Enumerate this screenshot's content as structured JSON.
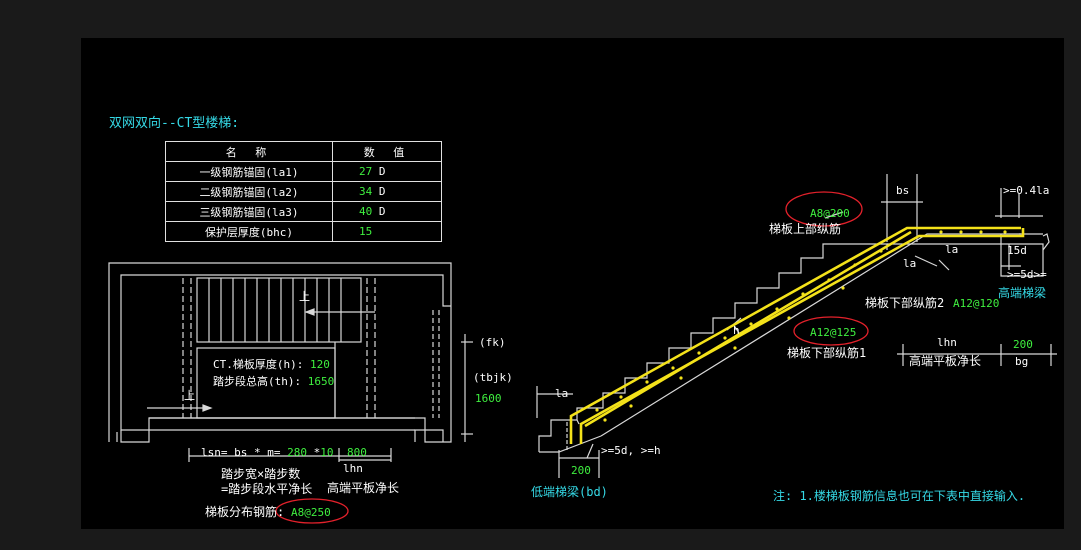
{
  "title": "双网双向--CT型楼梯:",
  "table": {
    "headers": [
      "名 称",
      "数 值"
    ],
    "rows": [
      {
        "name": "一级钢筋锚固(la1)",
        "value": "27",
        "unit": "D"
      },
      {
        "name": "二级钢筋锚固(la2)",
        "value": "34",
        "unit": "D"
      },
      {
        "name": "三级钢筋锚固(la3)",
        "value": "40",
        "unit": "D"
      },
      {
        "name": "保护层厚度(bhc)",
        "value": "15",
        "unit": ""
      }
    ]
  },
  "plan": {
    "up_label": "上",
    "thickness_label": "CT.梯板厚度(h):",
    "thickness_value": "120",
    "height_label": "踏步段总高(th):",
    "height_value": "1650",
    "fk_label": "(fk)",
    "tbjk_label": "(tbjk)",
    "tbjk_value": "1600",
    "lsn_label": "lsn= bs * m=",
    "bs_value": "280",
    "times": "*",
    "m_value": "10",
    "lhn_value": "800",
    "lhn_label": "lhn",
    "caption1": "踏步宽×踏步数",
    "caption2": "=踏步段水平净长",
    "caption3": "高端平板净长",
    "dist_label": "梯板分布钢筋:",
    "dist_value": "A8@250"
  },
  "section": {
    "bs": "bs",
    "top_right_dim": ">=0.4la",
    "top_rebar_value": "A8@200",
    "top_rebar_label": "梯板上部纵筋",
    "la_1": "la",
    "la_2": "la",
    "d15": "15d",
    "ge5d_right": ">=5d>=",
    "high_beam": "高端梯梁",
    "bottom2_label": "梯板下部纵筋2",
    "bottom2_value": "A12@120",
    "h_label": "h",
    "bottom1_value": "A12@125",
    "bottom1_label": "梯板下部纵筋1",
    "lhn": "lhn",
    "bg_value": "200",
    "bg": "bg",
    "high_plate": "高端平板净长",
    "la_left": "la",
    "ge5d_left": ">=5d, >=h",
    "low_beam_value": "200",
    "low_beam": "低端梯梁(bd)",
    "note": "注: 1.楼梯板钢筋信息也可在下表中直接输入."
  }
}
